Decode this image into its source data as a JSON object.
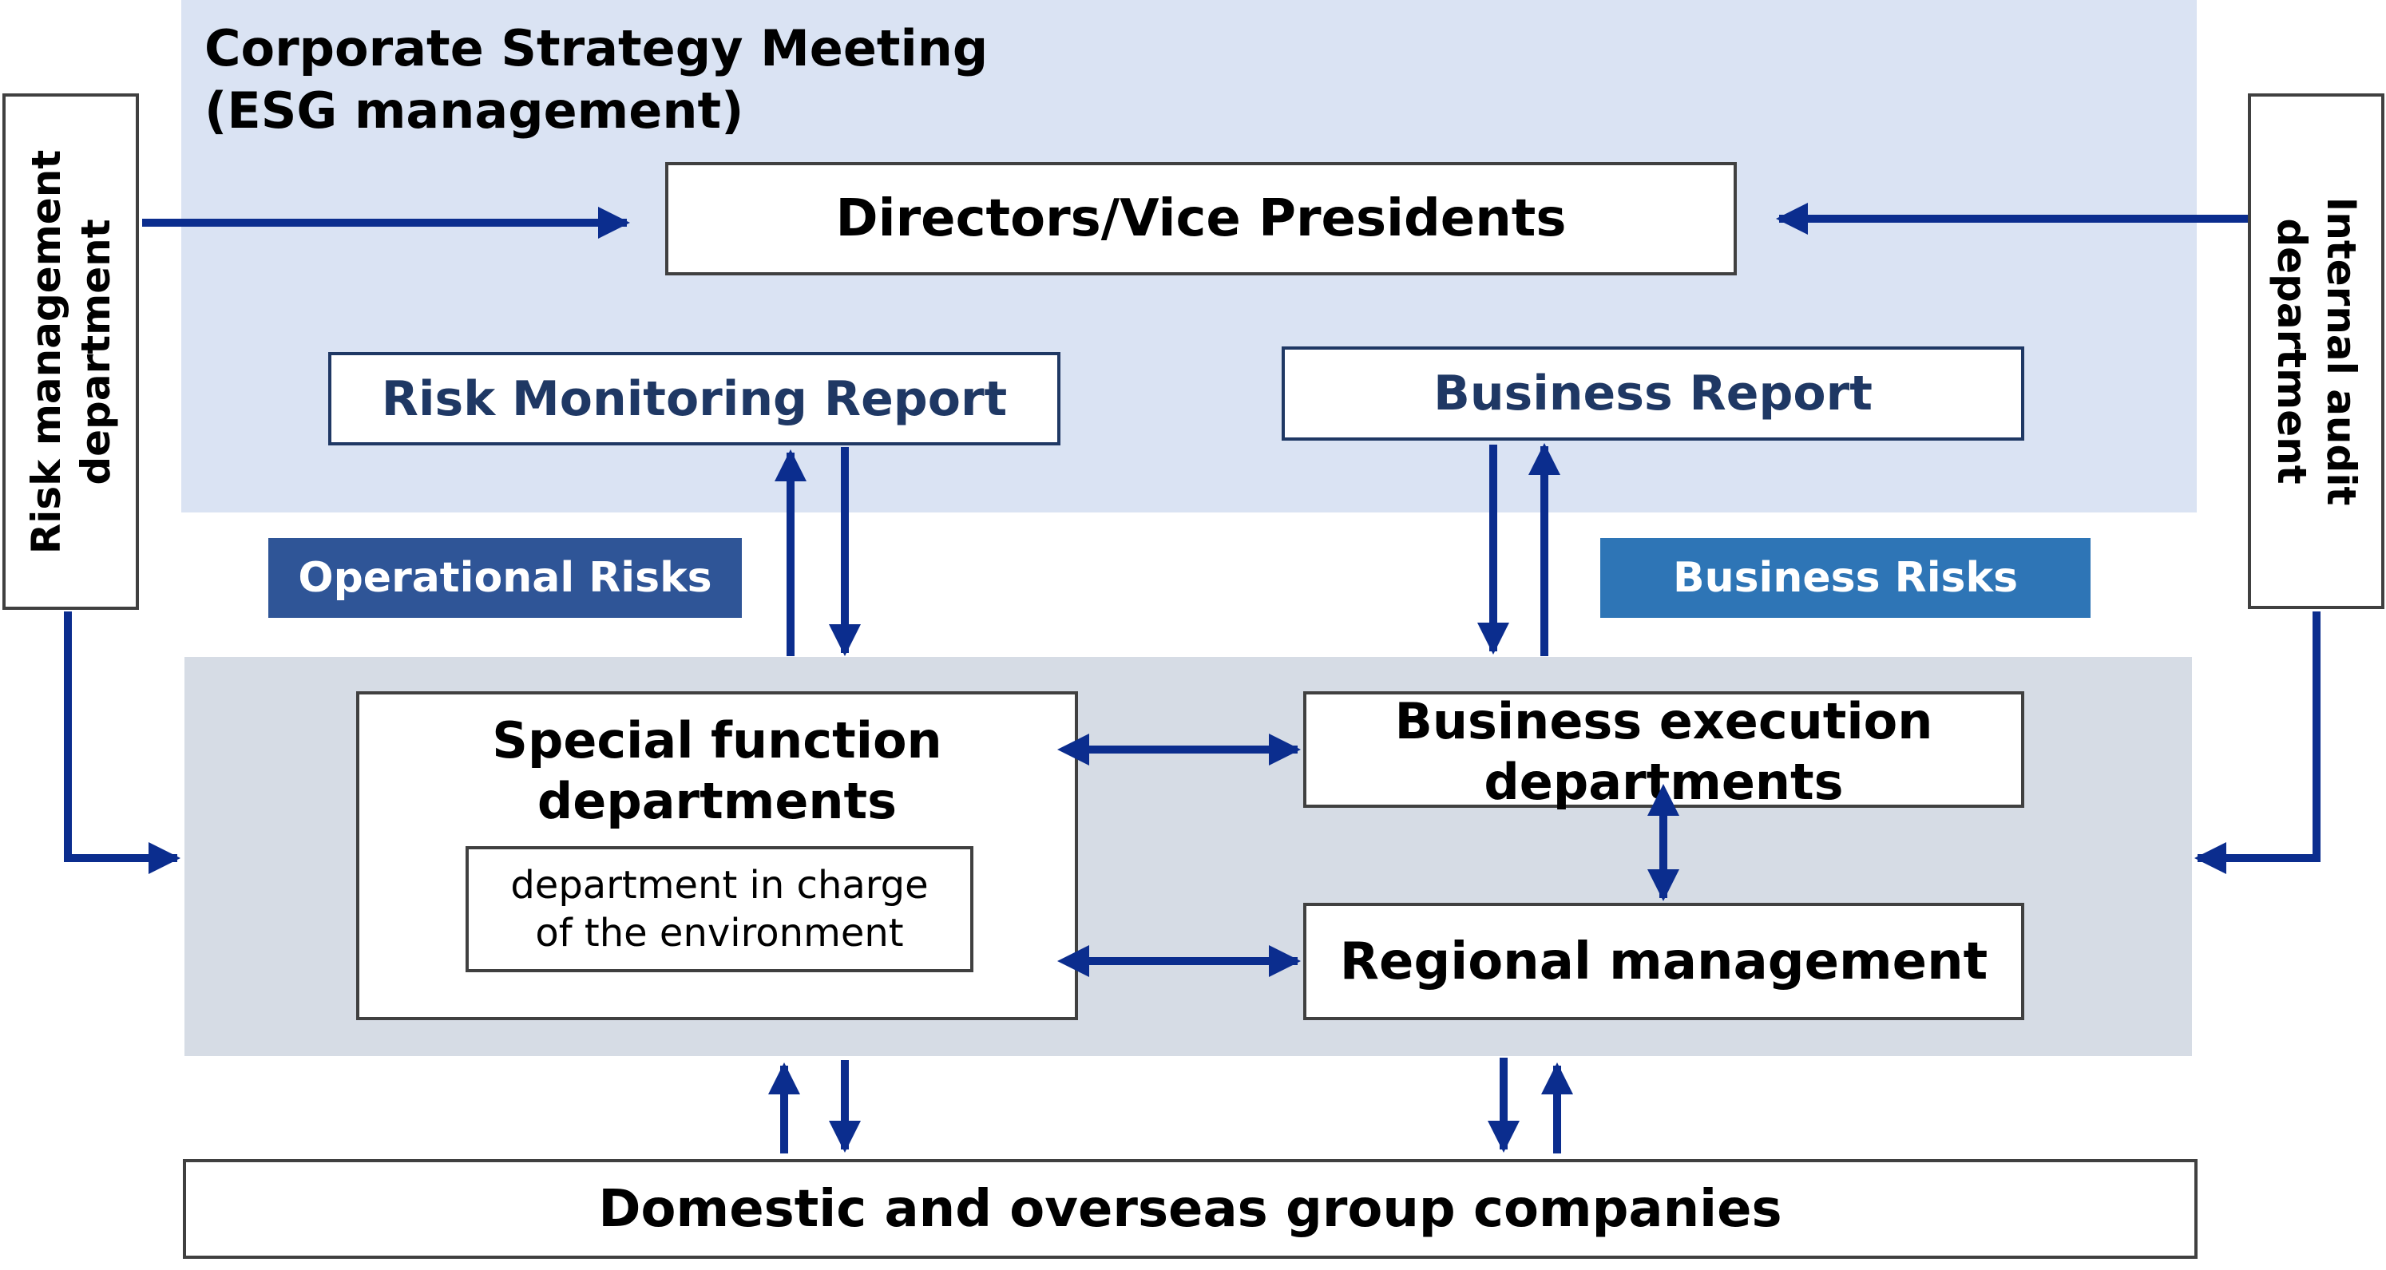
{
  "title_line1": "Corporate Strategy Meeting",
  "title_line2": "(ESG management)",
  "directors": "Directors/Vice Presidents",
  "risk_mgmt_line1": "Risk management",
  "risk_mgmt_line2": "department",
  "internal_audit_line1": "Internal audit",
  "internal_audit_line2": "department",
  "risk_monitoring_report": "Risk Monitoring Report",
  "business_report": "Business Report",
  "operational_risks": "Operational Risks",
  "business_risks": "Business Risks",
  "special_function_line1": "Special function",
  "special_function_line2": "departments",
  "env_dept_line1": "department in charge",
  "env_dept_line2": "of the environment",
  "business_exec_line1": "Business execution",
  "business_exec_line2": "departments",
  "regional_mgmt": "Regional management",
  "group_companies": "Domestic and overseas group companies",
  "colors": {
    "top_panel": "#dae3f3",
    "middle_panel": "#d6dce5",
    "arrow": "#0b2d8e",
    "operational_tag": "#2f5597",
    "business_tag": "#2e75b6",
    "report_text": "#1f3864"
  }
}
